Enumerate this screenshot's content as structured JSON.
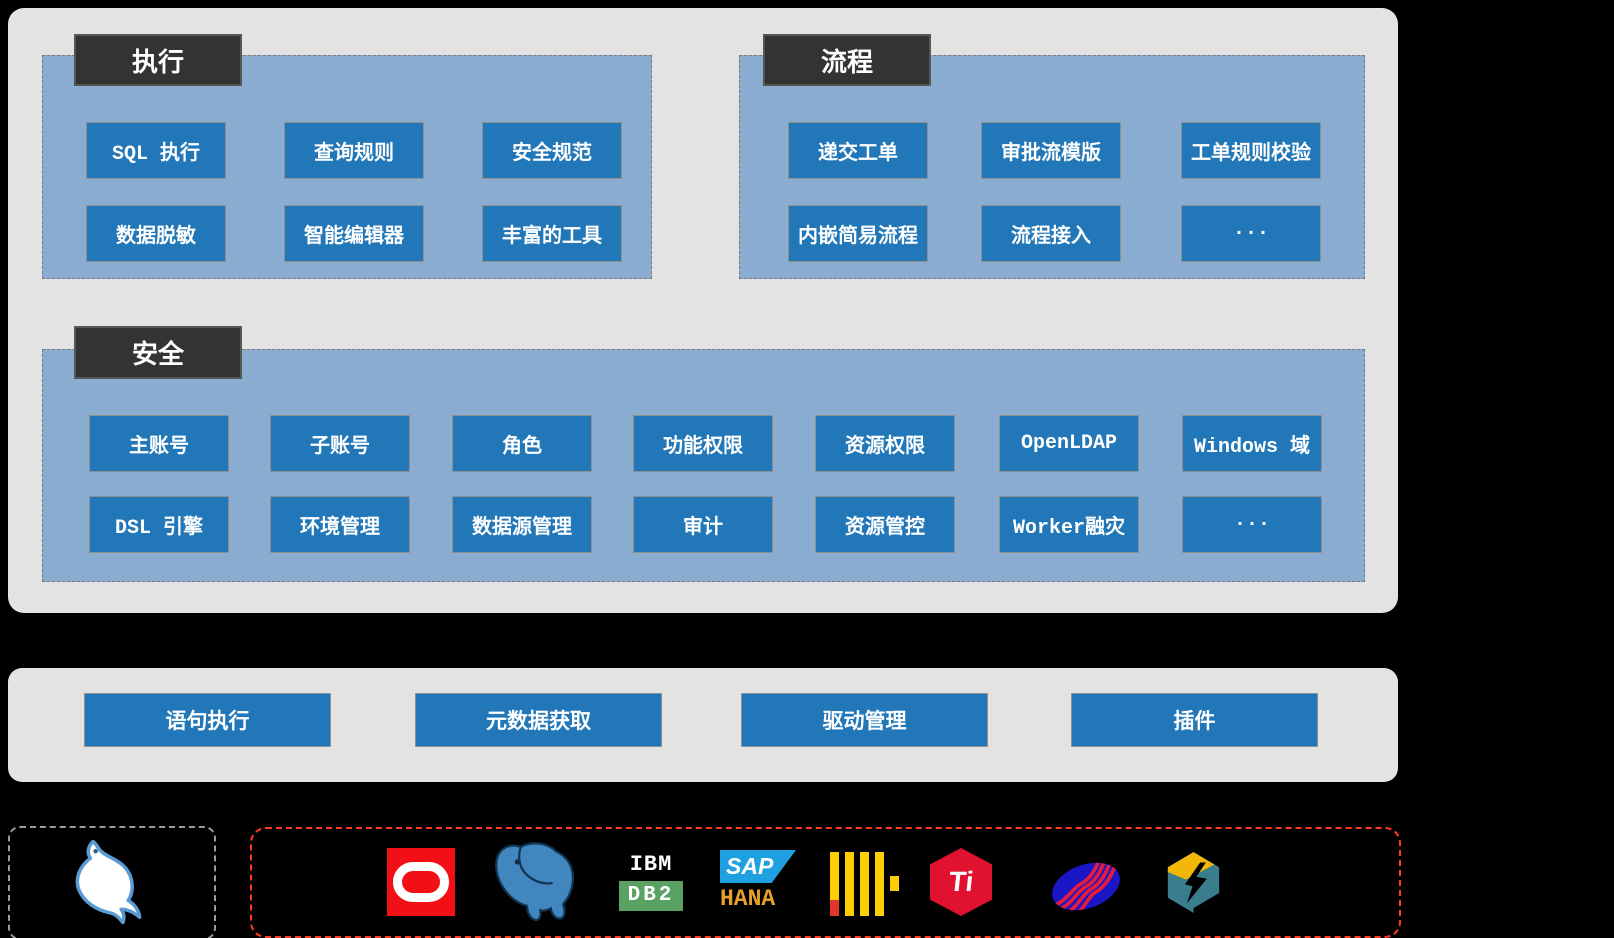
{
  "colors": {
    "background": "#000000",
    "container": "#e3e3e3",
    "panel": "#8aacd0",
    "panel_border": "#7b7b7b",
    "header_bg": "#333333",
    "header_border": "#565656",
    "button_bg": "#2277b8",
    "button_border": "#8f8f8f",
    "text_light": "#ffffff",
    "mysql_box_border": "#9c9c9c",
    "compat_border": "#ff3a21",
    "oracle_red": "#f01016",
    "pg_blue": "#4186be",
    "ibm_green": "#5aa263",
    "sap_blue": "#1fa0e0",
    "hana_orange": "#e8a02d",
    "ch_yellow": "#fdcd06",
    "ch_red": "#e0362c",
    "tidb_red": "#e0122f",
    "swirl_blue": "#1a16c6",
    "swirl_red": "#e31b3d",
    "hex_teal": "#3a7e8e",
    "hex_yellow": "#f3b708"
  },
  "sections": {
    "execution": {
      "title": "执行",
      "row1": [
        "SQL 执行",
        "查询规则",
        "安全规范"
      ],
      "row2": [
        "数据脱敏",
        "智能编辑器",
        "丰富的工具"
      ]
    },
    "process": {
      "title": "流程",
      "row1": [
        "递交工单",
        "审批流模版",
        "工单规则校验"
      ],
      "row2": [
        "内嵌简易流程",
        "流程接入",
        "···"
      ]
    },
    "security": {
      "title": "安全",
      "row1": [
        "主账号",
        "子账号",
        "角色",
        "功能权限",
        "资源权限",
        "OpenLDAP",
        "Windows 域"
      ],
      "row2": [
        "DSL 引擎",
        "环境管理",
        "数据源管理",
        "审计",
        "资源管控",
        "Worker融灾",
        "···"
      ]
    }
  },
  "service_layer": {
    "buttons": [
      "语句执行",
      "元数据获取",
      "驱动管理",
      "插件"
    ]
  },
  "compatibility": {
    "mysql_box": {
      "icon": "mysql-dolphin-logo"
    },
    "logo_text": {
      "ibm_line1": "IBM",
      "ibm_line2": "DB2",
      "sap_line1": "SAP",
      "sap_line2": "HANA",
      "tidb_text": "Ti"
    },
    "icon_names": [
      "oracle-logo",
      "postgresql-elephant-logo",
      "ibm-db2-logo",
      "sap-hana-logo",
      "clickhouse-logo",
      "tidb-logo",
      "blue-red-swirl-db-logo",
      "teal-hexagon-bolt-db-logo"
    ]
  }
}
